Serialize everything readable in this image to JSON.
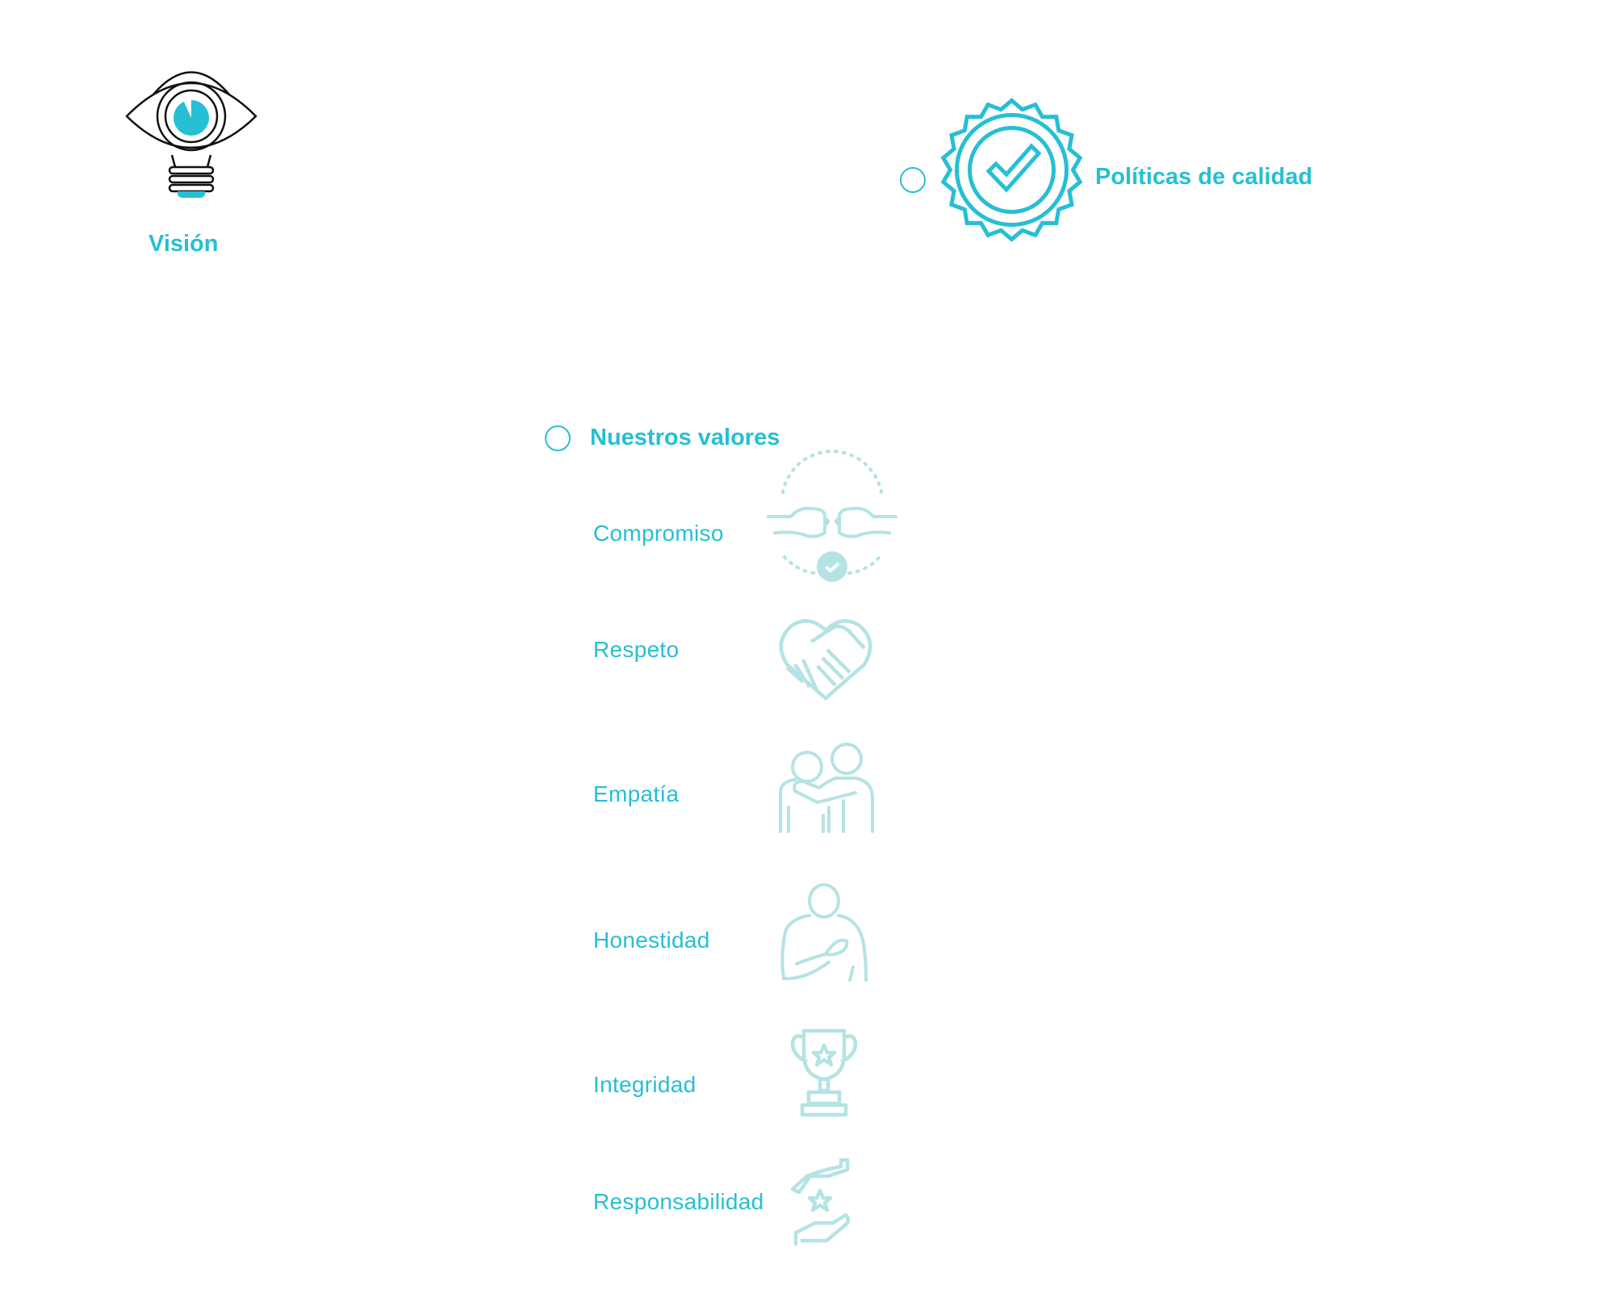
{
  "vision": {
    "label": "Visión",
    "icon": "eye-lightbulb-icon"
  },
  "quality": {
    "label": "Políticas de calidad",
    "icon": "quality-badge-check-icon"
  },
  "values": {
    "heading": "Nuestros valores",
    "items": [
      {
        "label": "Compromiso",
        "icon": "fist-bump-icon"
      },
      {
        "label": "Respeto",
        "icon": "heart-handshake-icon"
      },
      {
        "label": "Empatía",
        "icon": "hug-icon"
      },
      {
        "label": "Honestidad",
        "icon": "hand-on-heart-icon"
      },
      {
        "label": "Integridad",
        "icon": "trophy-icon"
      },
      {
        "label": "Responsabilidad",
        "icon": "hands-star-icon"
      }
    ]
  },
  "colors": {
    "accent": "#26bfd4",
    "icon_light": "#b5e3e3",
    "outline": "#111111"
  }
}
